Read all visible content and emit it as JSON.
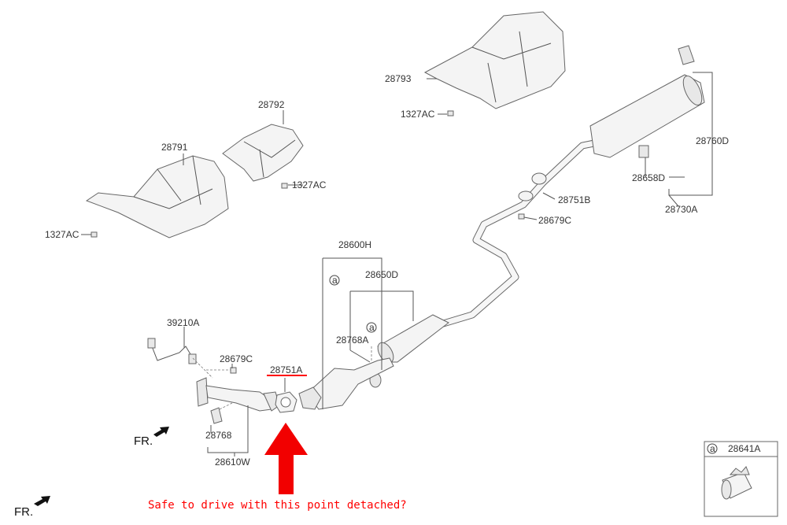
{
  "diagram": {
    "parts": {
      "heat_shield_rear": "28793",
      "nut_rear": "1327AC",
      "heat_shield_center": "28792",
      "heat_shield_front": "28791",
      "nut_center": "1327AC",
      "nut_front": "1327AC",
      "muffler_assy": "28760D",
      "hanger_rear": "28658D",
      "rear_muffler_group": "28730A",
      "gasket_rear": "28751B",
      "nut_mid": "28679C",
      "center_pipe_group": "28600H",
      "center_muffler": "28650D",
      "hanger_center": "28768A",
      "oxygen_sensor": "39210A",
      "nut_front_pipe": "28679C",
      "gasket_front": "28751A",
      "hanger_front": "28768",
      "front_pipe_group": "28610W",
      "clamp": "28641A"
    },
    "ref_marker": "a",
    "front_indicator": "FR.",
    "front_indicator_2": "FR."
  },
  "annotation": {
    "question": "Safe to drive with this point detached?",
    "color": "#ff0000"
  }
}
